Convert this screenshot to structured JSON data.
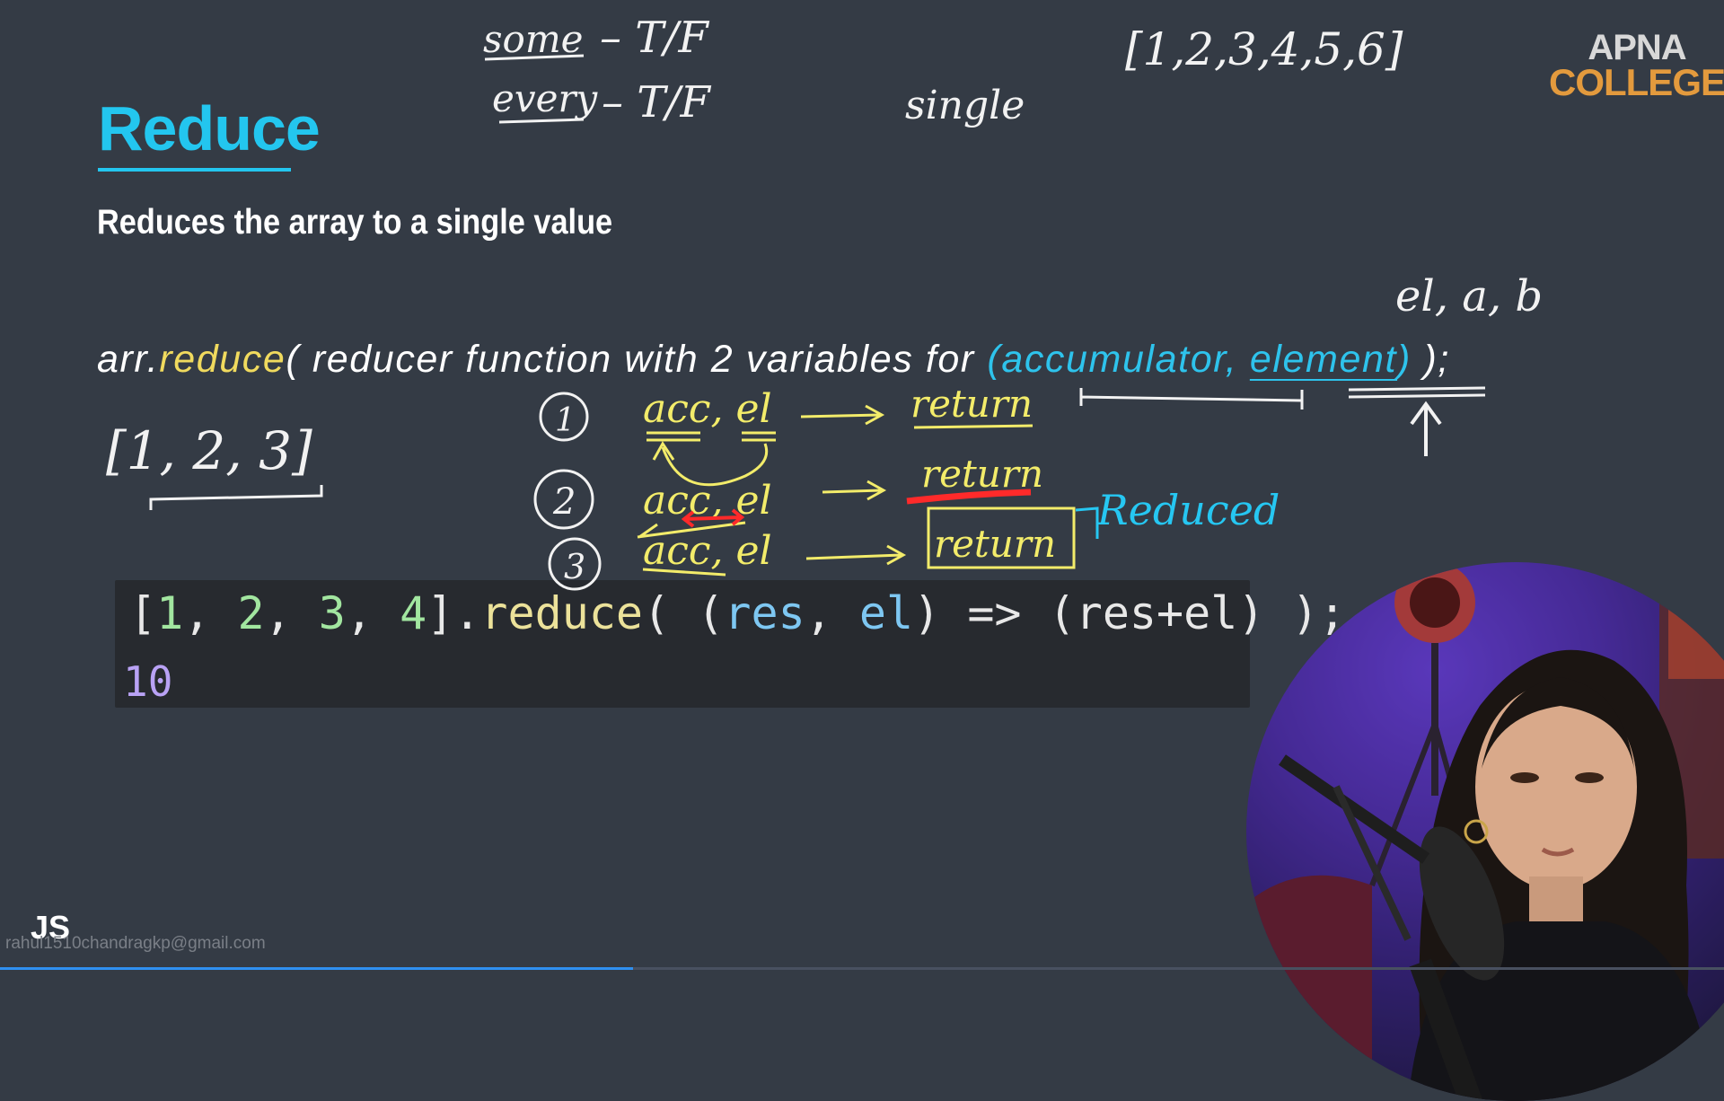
{
  "slide": {
    "title": "Reduce",
    "subtitle": "Reduces the array to a single value",
    "syntax": {
      "obj": "arr.",
      "method": "reduce",
      "middle": "( reducer function with 2 variables for ",
      "open_paren": "(",
      "accumulator": "accumulator",
      "comma": ", ",
      "element": "element",
      "close_paren": ")",
      "end": " );"
    },
    "code": {
      "open_bracket": "[",
      "n1": "1",
      "sep1": ", ",
      "n2": "2",
      "sep2": ", ",
      "n3": "3",
      "sep3": ", ",
      "n4": "4",
      "close_dot": "].",
      "method": "reduce",
      "args_open": "( (",
      "param1": "res",
      "param_sep": ", ",
      "param2": "el",
      "args_rest": ") => (res+el) );",
      "result": "10"
    },
    "footer_tag": "JS",
    "watermark": "rahul1510chandragkp@gmail.com",
    "progress": 0.367
  },
  "logo": {
    "line1": "APNA",
    "line2": "COLLEGE"
  },
  "annotations": {
    "some": "some",
    "some_tf": "– T/F",
    "every": "every",
    "every_tf": "– T/F",
    "single": "single",
    "array_top": "[1,2,3,4,5,6]",
    "el_a_b": "el, a, b",
    "array_left": "[1, 2, 3]",
    "step1": "1",
    "step2": "2",
    "step3": "3",
    "acc_el": "acc, el",
    "return": "return",
    "reduced": "Reduced"
  },
  "colors": {
    "background": "#343b45",
    "title_cyan": "#23c6ef",
    "method_yellow": "#f0da5e",
    "code_bg": "#272a2f",
    "ink_white": "#f2f2f2",
    "ink_yellow": "#f3ec6a",
    "ink_red": "#ff2a2a",
    "ink_cyan": "#26c7f2",
    "logo_orange": "#e39a3d"
  }
}
